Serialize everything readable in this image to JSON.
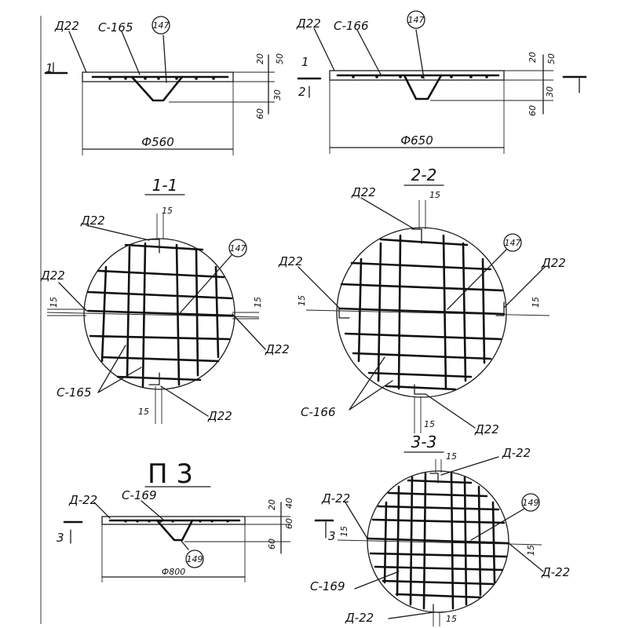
{
  "labels": {
    "d22": "Д22",
    "d22_dash": "Д-22",
    "c165": "С-165",
    "c166": "С-166",
    "c169": "С-169",
    "m147": "147",
    "m149": "149",
    "dia560": "Ф560",
    "dia650": "Ф650",
    "dia800": "Ф800",
    "sec11": "1-1",
    "sec22": "2-2",
    "sec33": "3-3",
    "s1": "1",
    "s2": "2",
    "s3": "3",
    "title": "П 3"
  },
  "dims": {
    "d15": "15",
    "d20": "20",
    "d30": "30",
    "d40": "40",
    "d50": "50",
    "d60": "60"
  }
}
